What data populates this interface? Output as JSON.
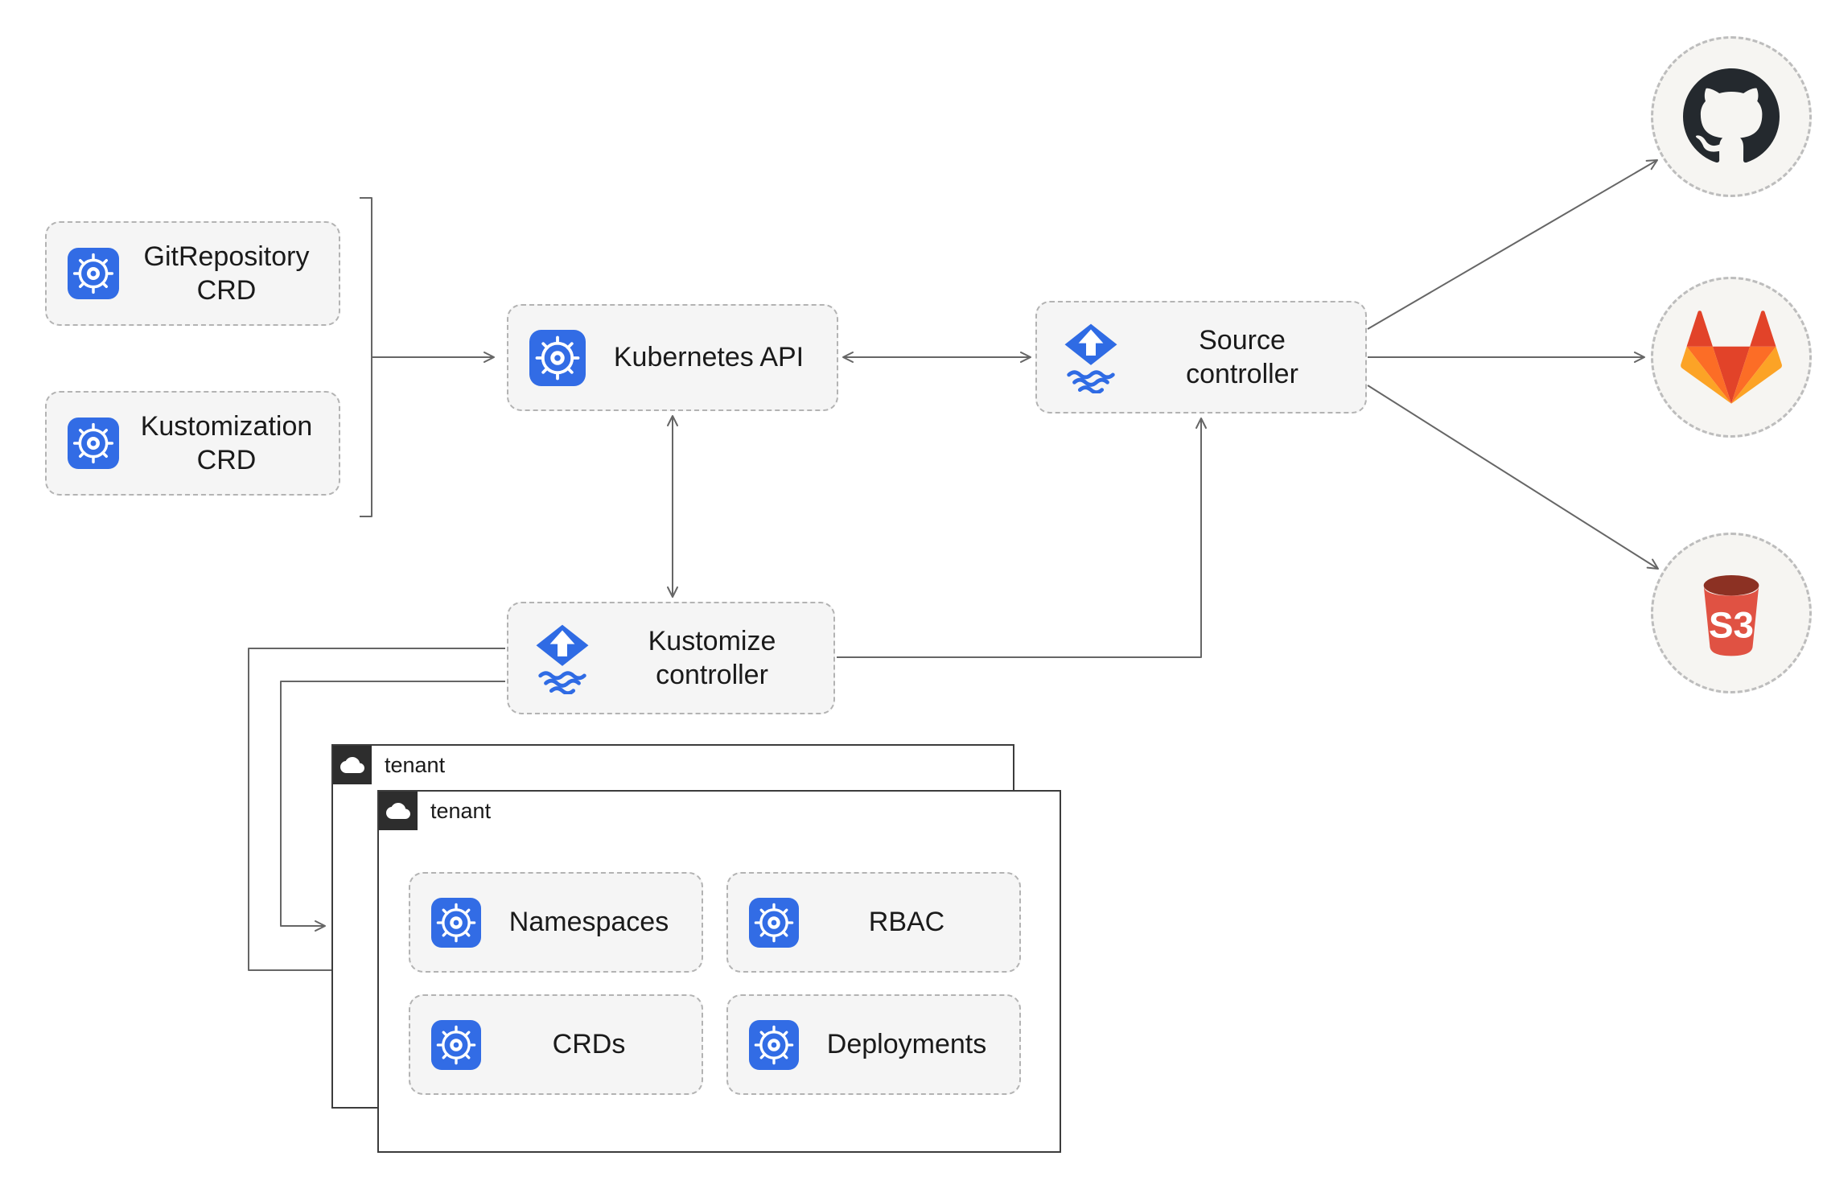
{
  "diagram": {
    "nodes": {
      "gitrepository_crd": {
        "label": "GitRepository\nCRD",
        "icon": "kubernetes-icon"
      },
      "kustomization_crd": {
        "label": "Kustomization\nCRD",
        "icon": "kubernetes-icon"
      },
      "kubernetes_api": {
        "label": "Kubernetes API",
        "icon": "kubernetes-icon"
      },
      "source_controller": {
        "label": "Source\ncontroller",
        "icon": "flux-icon"
      },
      "kustomize_controller": {
        "label": "Kustomize\ncontroller",
        "icon": "flux-icon"
      },
      "tenant_back": {
        "label": "tenant",
        "icon": "cloud-icon"
      },
      "tenant_front": {
        "label": "tenant",
        "icon": "cloud-icon"
      },
      "namespaces": {
        "label": "Namespaces",
        "icon": "kubernetes-icon"
      },
      "rbac": {
        "label": "RBAC",
        "icon": "kubernetes-icon"
      },
      "crds": {
        "label": "CRDs",
        "icon": "kubernetes-icon"
      },
      "deployments": {
        "label": "Deployments",
        "icon": "kubernetes-icon"
      },
      "github": {
        "icon": "github-icon"
      },
      "gitlab": {
        "icon": "gitlab-icon"
      },
      "s3": {
        "label": "S3",
        "icon": "s3-bucket-icon"
      }
    },
    "edges": [
      {
        "from": "crd-bracket",
        "to": "kubernetes-api",
        "arrows": "end"
      },
      {
        "from": "kubernetes-api",
        "to": "source-controller",
        "arrows": "both"
      },
      {
        "from": "kubernetes-api",
        "to": "kustomize-controller",
        "arrows": "both"
      },
      {
        "from": "kustomize-controller",
        "to": "source-controller",
        "arrows": "end"
      },
      {
        "from": "source-controller",
        "to": "github",
        "arrows": "end"
      },
      {
        "from": "source-controller",
        "to": "gitlab",
        "arrows": "end"
      },
      {
        "from": "source-controller",
        "to": "s3",
        "arrows": "end"
      },
      {
        "from": "kustomize-controller",
        "to": "tenant-front",
        "arrows": "end"
      },
      {
        "from": "kustomize-controller",
        "to": "tenant-back",
        "arrows": "end"
      }
    ],
    "colors": {
      "kubernetes_blue": "#326CE5",
      "flux_blue": "#2F6BE4",
      "github_black": "#24292E",
      "gitlab_red": "#E24329",
      "gitlab_orange": "#FC6D26",
      "gitlab_yellow": "#FCA326",
      "s3_red": "#E05243",
      "s3_dark_red": "#8C3123",
      "edge_gray": "#666666",
      "node_fill": "#F5F5F5",
      "node_border": "#B3B3B3",
      "tenant_tab": "#2D2D2D"
    }
  }
}
